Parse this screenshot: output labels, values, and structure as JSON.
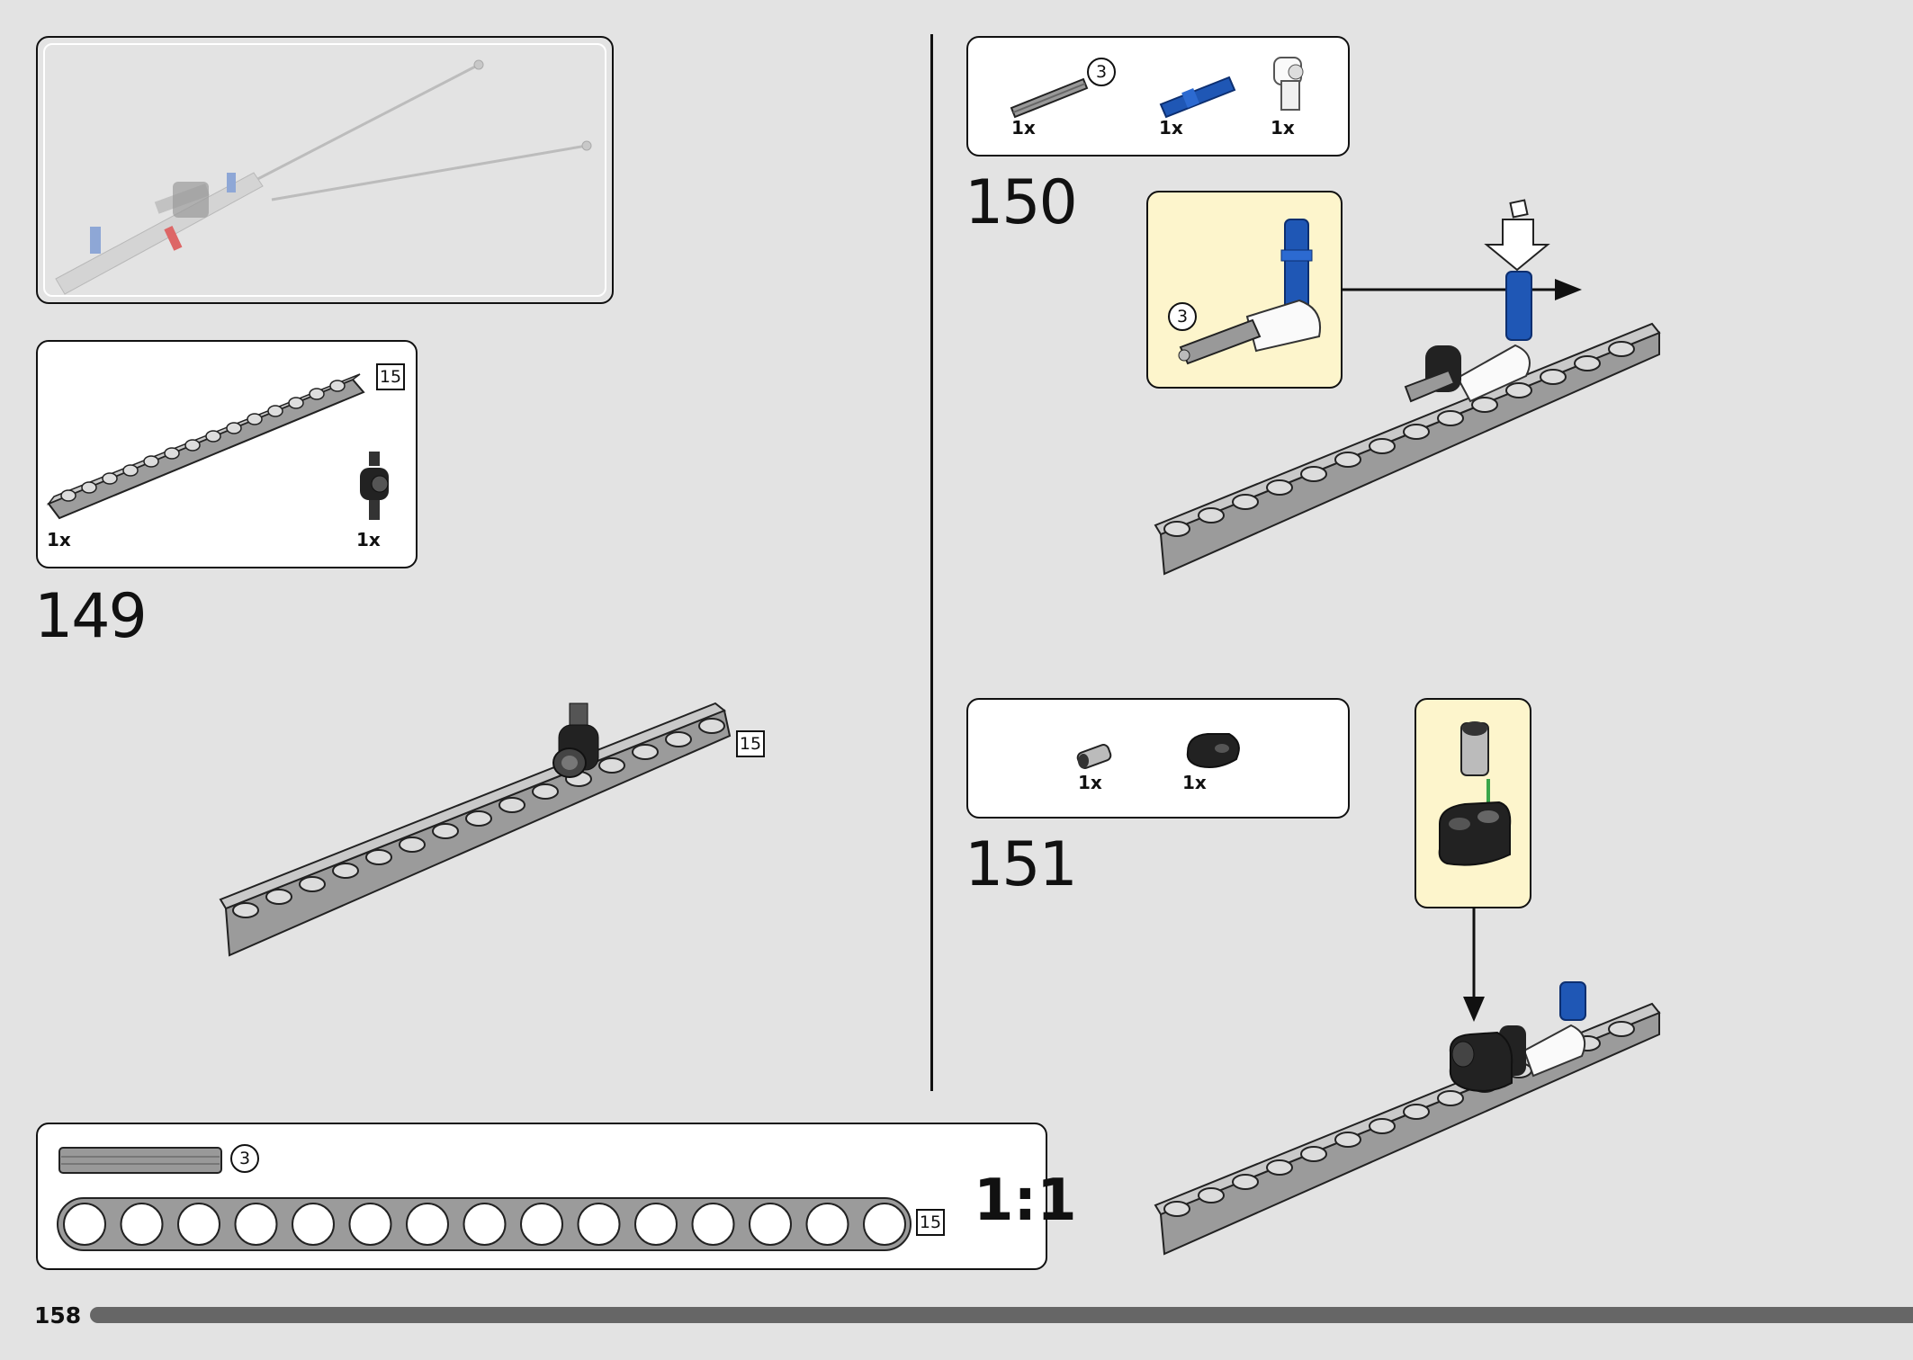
{
  "page": {
    "number": "158"
  },
  "scale_label": "1:1",
  "steps": [
    {
      "number": "149",
      "parts": [
        {
          "name": "15-hole beam",
          "qty": "1x",
          "size": "15"
        },
        {
          "name": "axle pin connector",
          "qty": "1x"
        }
      ],
      "model_size_label": "15"
    },
    {
      "number": "150",
      "parts": [
        {
          "name": "axle 3",
          "qty": "1x",
          "size": "3"
        },
        {
          "name": "blue pin",
          "qty": "1x"
        },
        {
          "name": "white angle connector",
          "qty": "1x"
        }
      ],
      "callout_size": "3"
    },
    {
      "number": "151",
      "parts": [
        {
          "name": "bush pin",
          "qty": "1x"
        },
        {
          "name": "black double connector",
          "qty": "1x"
        }
      ]
    }
  ],
  "reference": {
    "axle_size": "3",
    "beam_size": "15"
  },
  "colors": {
    "background": "#e3e3e3",
    "callout": "#fdf5cc",
    "lego_blue": "#1f57b5",
    "beam_gray": "#9b9b9b",
    "arrow_green": "#3aa54a"
  }
}
